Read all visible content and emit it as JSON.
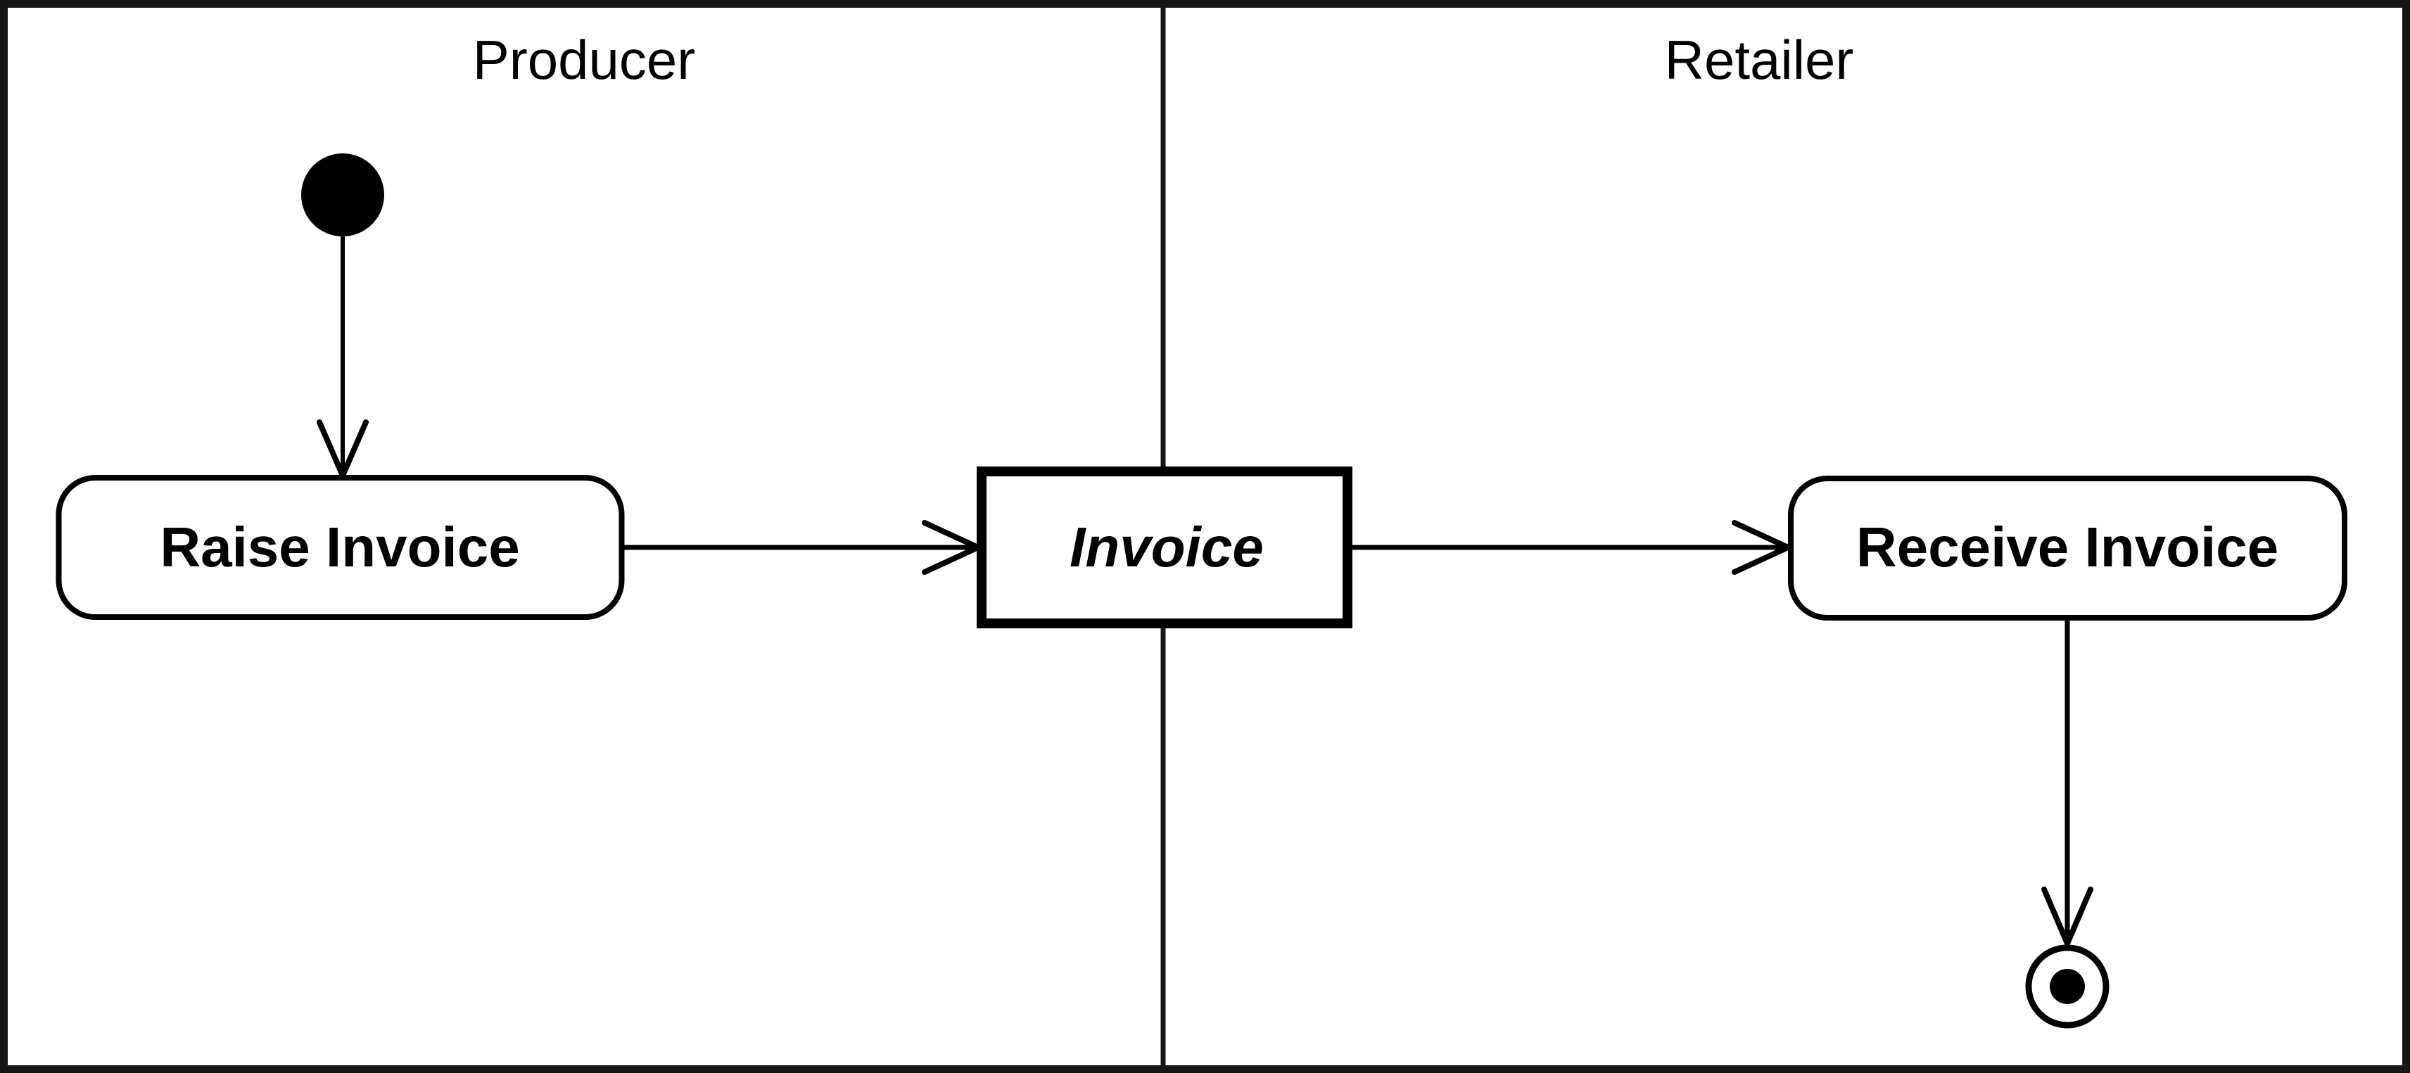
{
  "diagram_type": "uml-activity-swimlane",
  "colors": {
    "stroke": "#000000",
    "frame": "#161616",
    "fill": "#ffffff"
  },
  "lanes": [
    {
      "id": "producer",
      "label": "Producer"
    },
    {
      "id": "retailer",
      "label": "Retailer"
    }
  ],
  "nodes": {
    "initial": {
      "kind": "initial-node",
      "lane": "Producer"
    },
    "raise_invoice": {
      "kind": "action",
      "lane": "Producer",
      "label": "Raise Invoice"
    },
    "invoice": {
      "kind": "object",
      "lane": "Producer/Retailer boundary",
      "label": "Invoice"
    },
    "receive_invoice": {
      "kind": "action",
      "lane": "Retailer",
      "label": "Receive Invoice"
    },
    "final": {
      "kind": "final-node",
      "lane": "Retailer"
    }
  },
  "flows": [
    {
      "from": "initial",
      "to": "raise_invoice"
    },
    {
      "from": "raise_invoice",
      "to": "invoice"
    },
    {
      "from": "invoice",
      "to": "receive_invoice"
    },
    {
      "from": "receive_invoice",
      "to": "final"
    }
  ]
}
